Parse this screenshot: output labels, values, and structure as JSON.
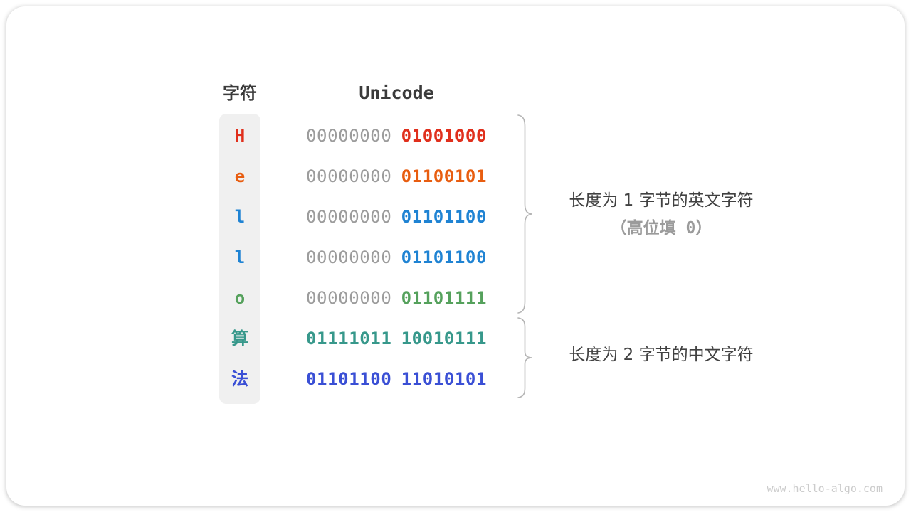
{
  "figure": {
    "headers": {
      "char": "字符",
      "unicode": "Unicode"
    },
    "rows": [
      {
        "char": "H",
        "char_color": "#e02f1c",
        "byte1": "00000000",
        "byte1_color": "#9c9c9c",
        "byte2": "01001000",
        "byte2_color": "#e02f1c"
      },
      {
        "char": "e",
        "char_color": "#e85d10",
        "byte1": "00000000",
        "byte1_color": "#9c9c9c",
        "byte2": "01100101",
        "byte2_color": "#e85d10"
      },
      {
        "char": "l",
        "char_color": "#1f83d3",
        "byte1": "00000000",
        "byte1_color": "#9c9c9c",
        "byte2": "01101100",
        "byte2_color": "#1f83d3"
      },
      {
        "char": "l",
        "char_color": "#1f83d3",
        "byte1": "00000000",
        "byte1_color": "#9c9c9c",
        "byte2": "01101100",
        "byte2_color": "#1f83d3"
      },
      {
        "char": "o",
        "char_color": "#55a15c",
        "byte1": "00000000",
        "byte1_color": "#9c9c9c",
        "byte2": "01101111",
        "byte2_color": "#55a15c"
      },
      {
        "char": "算",
        "char_color": "#37988b",
        "byte1": "01111011",
        "byte1_color": "#37988b",
        "byte2": "10010111",
        "byte2_color": "#37988b"
      },
      {
        "char": "法",
        "char_color": "#3a4fd5",
        "byte1": "01101100",
        "byte1_color": "#3a4fd5",
        "byte2": "11010101",
        "byte2_color": "#3a4fd5"
      }
    ],
    "annotations": [
      {
        "line1": "长度为 1 字节的英文字符",
        "line2": "（高位填 0）"
      },
      {
        "line1": "长度为 2 字节的中文字符"
      }
    ],
    "watermark": "www.hello-algo.com",
    "colors": {
      "header_text": "#3b3b3b",
      "binary_padding_gray": "#9c9c9c",
      "char_column_background": "#f0f0f0",
      "brace": "#b4b4b4",
      "annotation_primary": "#414141",
      "annotation_secondary": "#9b9b9b",
      "watermark": "#cccccc"
    }
  }
}
